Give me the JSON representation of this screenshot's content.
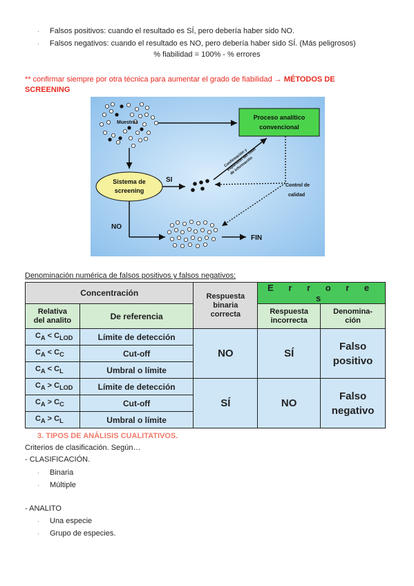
{
  "bullets_top": [
    "Falsos positivos: cuando el resultado es SÍ, pero debería haber sido NO.",
    "Falsos negativos: cuando el resultado es NO, pero debería haber sido SÍ. (Más peligrosos)"
  ],
  "formula": "% fiabilidad = 100% - % errores",
  "note": {
    "prefix": "** confirmar siempre por otra técnica para aumentar el grado de fiabilidad → ",
    "strong_line1": "MÉTODOS DE",
    "strong_line2": "SCREENING"
  },
  "diagram": {
    "muestras": "Muestras",
    "proceso_line1": "Proceso analítico",
    "proceso_line2": "convencional",
    "sistema_line1": "Sistema de",
    "sistema_line2": "screening",
    "si": "SI",
    "no": "NO",
    "fin": "FIN",
    "confirm_line1": "Confirmación y",
    "confirm_line2": "expansión del nivel",
    "confirm_line3": "de información",
    "control_line1": "Control de",
    "control_line2": "calidad",
    "colors": {
      "background": "#9ecbf0",
      "green_box": "#4cd34c",
      "yellow": "#f5f19c"
    }
  },
  "table_caption": "Denominación numérica de falsos positivos y falsos negativos:",
  "table": {
    "concentracion": "Concentración",
    "respuesta_binaria": [
      "Respuesta",
      "binaria",
      "correcta"
    ],
    "errores": "E r r o r e s",
    "relativa": [
      "Relativa",
      "del analito"
    ],
    "de_referencia": "De referencia",
    "respuesta_incorrecta": [
      "Respuesta",
      "incorrecta"
    ],
    "denominacion": [
      "Denomina-",
      "ción"
    ],
    "rows_pos": [
      {
        "rel": "CA < CLOD",
        "ref": "Límite de detección"
      },
      {
        "rel": "CA < CC",
        "ref": "Cut-off"
      },
      {
        "rel": "CA < CL",
        "ref": "Umbral o límite"
      }
    ],
    "rows_neg": [
      {
        "rel": "CA > CLOD",
        "ref": "Límite de detección"
      },
      {
        "rel": "CA > CC",
        "ref": "Cut-off"
      },
      {
        "rel": "CA > CL",
        "ref": "Umbral o límite"
      }
    ],
    "pos_correct": "NO",
    "pos_incorrect": "SÍ",
    "pos_name": [
      "Falso",
      "positivo"
    ],
    "neg_correct": "SÍ",
    "neg_incorrect": "NO",
    "neg_name": [
      "Falso",
      "negativo"
    ]
  },
  "section": "3.  TIPOS DE ANÁLISIS CUALITATIVOS.",
  "criterios": "Criterios de clasificación. Según…",
  "clasificacion": "- CLASIFICACIÓN.",
  "clasif_items": [
    "Binaria",
    "Múltiple"
  ],
  "analito": "- ANALITO",
  "analito_items": [
    "Una especie",
    "Grupo de especies."
  ]
}
